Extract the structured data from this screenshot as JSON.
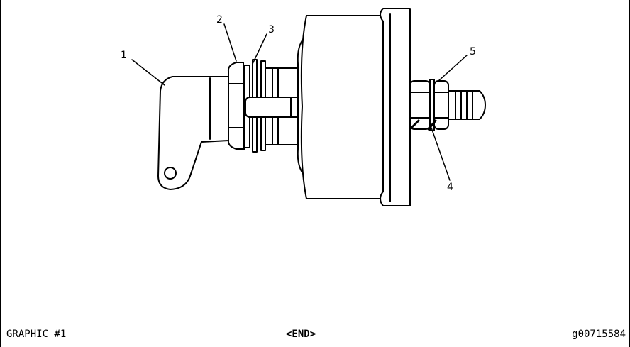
{
  "callouts": {
    "c1": "1",
    "c2": "2",
    "c3": "3",
    "c4": "4",
    "c5": "5"
  },
  "footer": {
    "graphic_label": "GRAPHIC #1",
    "end_label": "<END>",
    "figure_id": "g00715584"
  },
  "colors": {
    "line": "#000000",
    "background": "#ffffff"
  }
}
